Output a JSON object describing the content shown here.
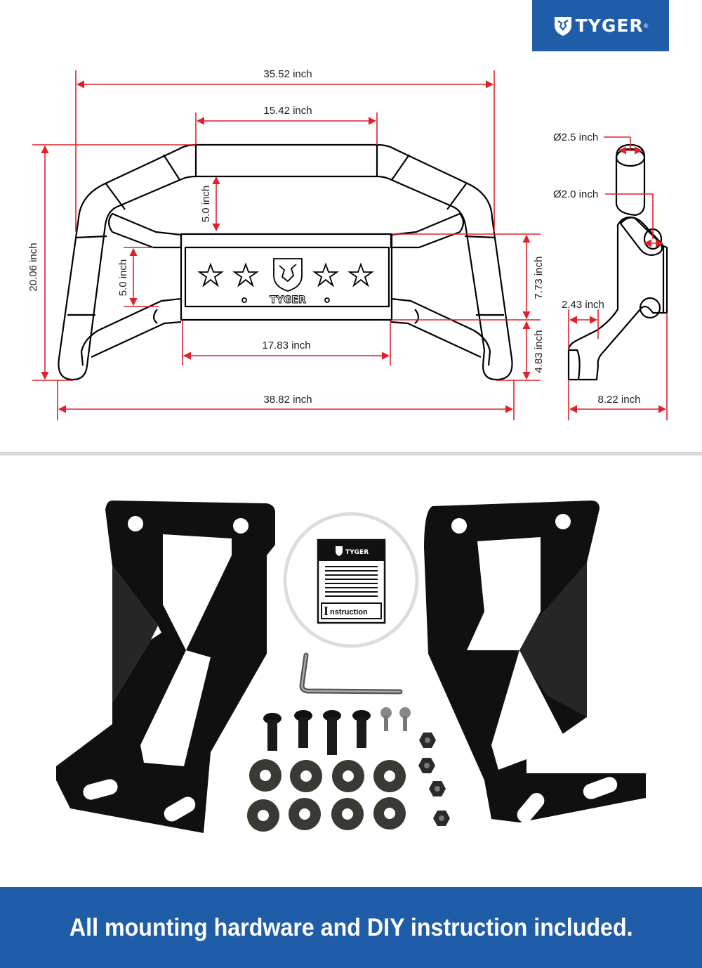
{
  "brand": {
    "name": "TYGER",
    "registered": "®",
    "color": "#1f5da8"
  },
  "dimensions": {
    "top_width": "35.52 inch",
    "top_bar_width": "15.42 inch",
    "top_gap": "5.0 inch",
    "overall_height": "20.06 inch",
    "side_gap": "5.0 inch",
    "plate_height": "7.73 inch",
    "bottom_offset": "4.83 inch",
    "plate_width": "17.83 inch",
    "overall_width": "38.82 inch",
    "tube_outer": "Ø2.5 inch",
    "tube_inner": "Ø2.0 inch",
    "side_offset": "2.43 inch",
    "side_depth": "8.22 inch"
  },
  "dimension_color": "#e0202a",
  "plate_brand": "TYGER",
  "instruction_label": "nstruction",
  "instruction_initial": "I",
  "instruction_brand": "TYGER",
  "footer_text": "All mounting hardware and DIY instruction included."
}
